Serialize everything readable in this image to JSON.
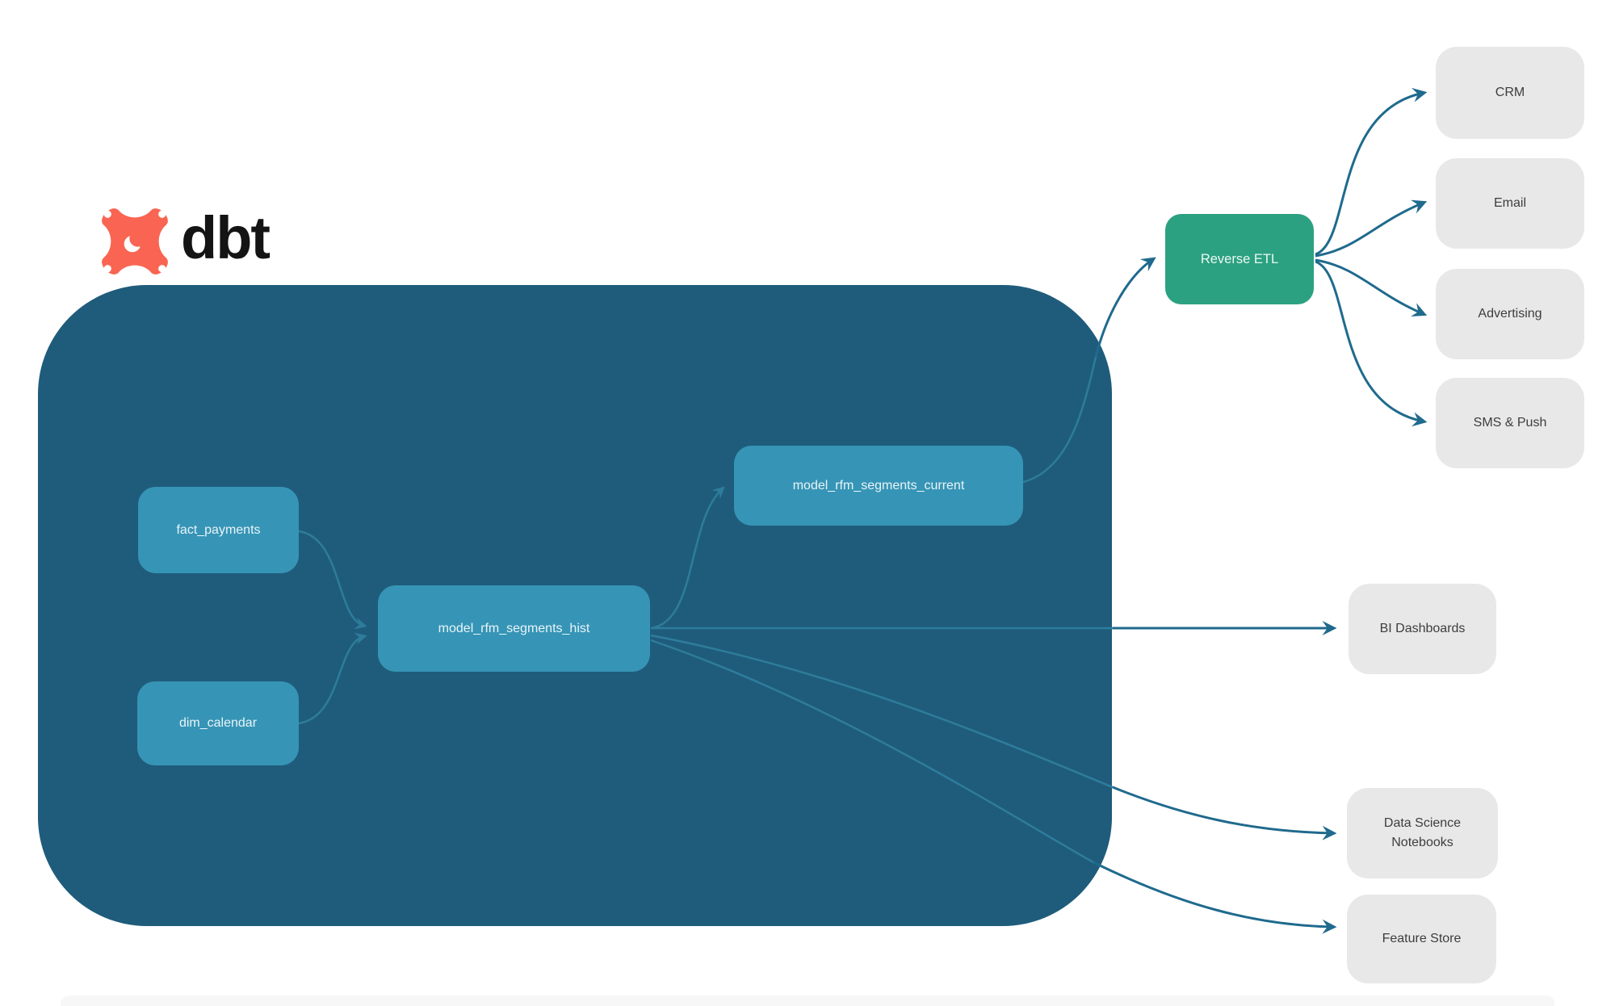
{
  "brand": {
    "name": "dbt",
    "icon": "dbt-star-icon"
  },
  "nodes": {
    "fact_payments": {
      "label": "fact_payments",
      "type": "source-table"
    },
    "dim_calendar": {
      "label": "dim_calendar",
      "type": "source-table"
    },
    "model_rfm_segments_hist": {
      "label": "model_rfm_segments_hist",
      "type": "dbt-model"
    },
    "model_rfm_segments_current": {
      "label": "model_rfm_segments_current",
      "type": "dbt-model"
    },
    "reverse_etl": {
      "label": "Reverse ETL",
      "type": "process"
    },
    "crm": {
      "label": "CRM",
      "type": "destination"
    },
    "email": {
      "label": "Email",
      "type": "destination"
    },
    "advertising": {
      "label": "Advertising",
      "type": "destination"
    },
    "sms_push": {
      "label": "SMS & Push",
      "type": "destination"
    },
    "bi_dashboards": {
      "label": "BI Dashboards",
      "type": "destination"
    },
    "data_science_notebooks": {
      "label": "Data Science Notebooks",
      "type": "destination"
    },
    "feature_store": {
      "label": "Feature Store",
      "type": "destination"
    }
  },
  "edges": [
    {
      "from": "fact_payments",
      "to": "model_rfm_segments_hist"
    },
    {
      "from": "dim_calendar",
      "to": "model_rfm_segments_hist"
    },
    {
      "from": "model_rfm_segments_hist",
      "to": "model_rfm_segments_current"
    },
    {
      "from": "model_rfm_segments_current",
      "to": "reverse_etl"
    },
    {
      "from": "reverse_etl",
      "to": "crm"
    },
    {
      "from": "reverse_etl",
      "to": "email"
    },
    {
      "from": "reverse_etl",
      "to": "advertising"
    },
    {
      "from": "reverse_etl",
      "to": "sms_push"
    },
    {
      "from": "model_rfm_segments_hist",
      "to": "bi_dashboards"
    },
    {
      "from": "model_rfm_segments_hist",
      "to": "data_science_notebooks"
    },
    {
      "from": "model_rfm_segments_hist",
      "to": "feature_store"
    }
  ],
  "colors": {
    "container": "#1f5c7b",
    "model_node": "#3695b6",
    "reverse_etl": "#2ba181",
    "destination_node": "#e8e8e8",
    "edge": "#1f6a8d",
    "edge_inner": "#2e7c9b",
    "brand_orange": "#f96552"
  }
}
